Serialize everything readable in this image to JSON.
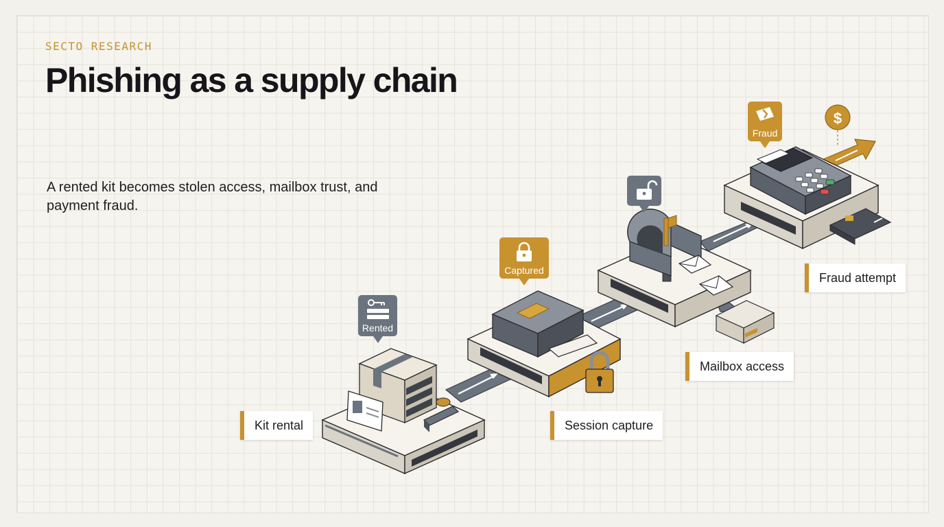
{
  "header": {
    "eyebrow": "SECTO RESEARCH",
    "title": "Phishing as a supply chain",
    "subtitle": "A rented kit becomes stolen access, mailbox trust, and payment fraud."
  },
  "stages": [
    {
      "label": "Kit rental",
      "pin": "Rented"
    },
    {
      "label": "Session capture",
      "pin": "Captured"
    },
    {
      "label": "Mailbox access"
    },
    {
      "label": "Fraud attempt",
      "pin": "Fraud"
    }
  ],
  "icons": {
    "currency": "$"
  },
  "colors": {
    "accent": "#c8922f",
    "slate": "#6b737e",
    "ink": "#16161a",
    "platform": "#e9e5dc"
  }
}
